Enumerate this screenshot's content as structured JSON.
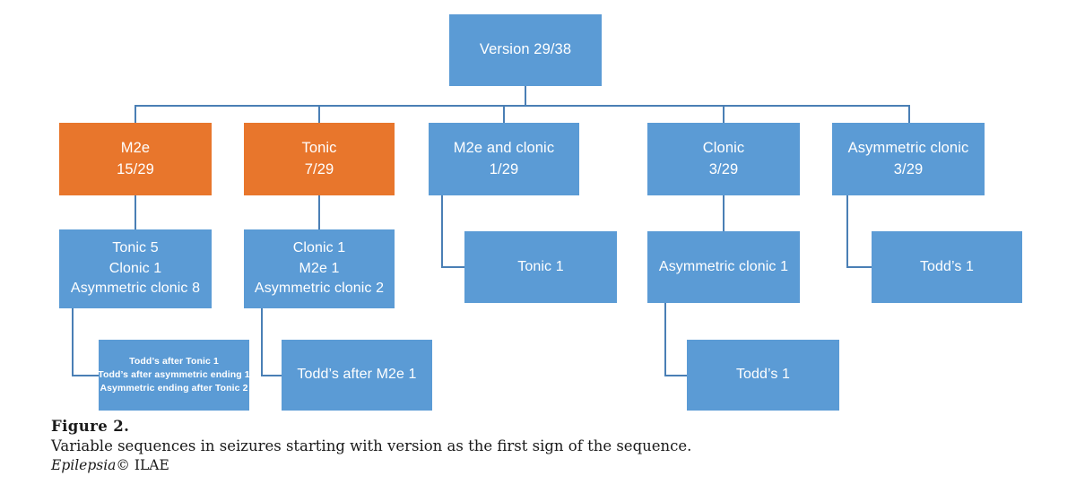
{
  "figure": {
    "label": "Figure 2.",
    "description": "Variable sequences in seizures starting with version as the first sign of the sequence.",
    "journal": "Epilepsia",
    "copyright_mark": "©",
    "society": "ILAE"
  },
  "colors": {
    "blue": "#5B9BD5",
    "orange": "#E8762C",
    "connector": "#4A7FB5",
    "node_text": "#FFFFFF",
    "caption_text": "#1A1A1A"
  },
  "chart_data": {
    "type": "diagram",
    "title": "Variable sequences in seizures starting with version as the first sign of the sequence.",
    "root": {
      "id": "version",
      "label": "Version 29/38",
      "color": "blue"
    },
    "level2": [
      {
        "id": "m2e",
        "line1": "M2e",
        "line2": "15/29",
        "color": "orange"
      },
      {
        "id": "tonic",
        "line1": "Tonic",
        "line2": "7/29",
        "color": "orange"
      },
      {
        "id": "m2e-and-clonic",
        "line1": "M2e and clonic",
        "line2": "1/29",
        "color": "blue"
      },
      {
        "id": "clonic",
        "line1": "Clonic",
        "line2": "3/29",
        "color": "blue"
      },
      {
        "id": "asymmetric-clonic",
        "line1": "Asymmetric clonic",
        "line2": "3/29",
        "color": "blue"
      }
    ],
    "level3": [
      {
        "id": "m2e-children",
        "parent": "m2e",
        "color": "blue",
        "lines": [
          "Tonic 5",
          "Clonic 1",
          "Asymmetric clonic 8"
        ]
      },
      {
        "id": "tonic-children",
        "parent": "tonic",
        "color": "blue",
        "lines": [
          "Clonic 1",
          "M2e 1",
          "Asymmetric clonic 2"
        ]
      },
      {
        "id": "m2e-and-clonic-child",
        "parent": "m2e-and-clonic",
        "color": "blue",
        "lines": [
          "Tonic 1"
        ]
      },
      {
        "id": "clonic-child",
        "parent": "clonic",
        "color": "blue",
        "lines": [
          "Asymmetric clonic 1"
        ]
      },
      {
        "id": "asymmetric-clonic-child",
        "parent": "asymmetric-clonic",
        "color": "blue",
        "lines": [
          "Todd’s 1"
        ]
      }
    ],
    "level4": [
      {
        "id": "m2e-grandchildren",
        "parent": "m2e-children",
        "color": "blue",
        "lines": [
          "Todd’s after Tonic 1",
          "Todd’s after asymmetric ending 1",
          "Asymmetric ending after Tonic 2"
        ]
      },
      {
        "id": "tonic-grandchild",
        "parent": "tonic-children",
        "color": "blue",
        "lines": [
          "Todd’s after M2e 1"
        ]
      },
      {
        "id": "clonic-grandchild",
        "parent": "clonic-child",
        "color": "blue",
        "lines": [
          "Todd’s 1"
        ]
      }
    ]
  }
}
